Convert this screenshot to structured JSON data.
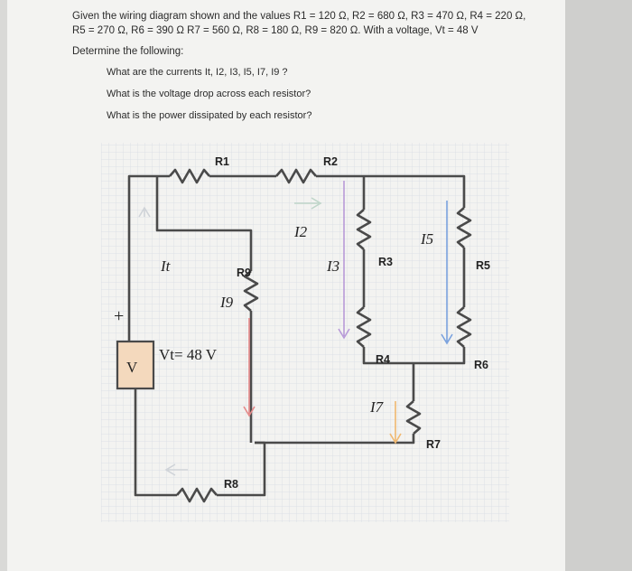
{
  "problem": {
    "line1": "Given the wiring diagram shown and the values R1 = 120 Ω, R2 = 680 Ω, R3 = 470 Ω, R4 = 220 Ω,",
    "line2": "R5 = 270 Ω, R6 = 390 Ω R7 = 560 Ω, R8 = 180 Ω, R9 = 820 Ω. With a voltage, Vt = 48 V",
    "determine": "Determine the following:",
    "questions": [
      "What are the currents It, I2, I3, I5, I7, I9 ?",
      "What is the voltage drop across each resistor?",
      "What is the power dissipated by each resistor?"
    ]
  },
  "diagram": {
    "resistors": {
      "r1": "R1",
      "r2": "R2",
      "r3": "R3",
      "r4": "R4",
      "r5": "R5",
      "r6": "R6",
      "r7": "R7",
      "r8": "R8",
      "r9": "R9"
    },
    "currents": {
      "it": "It",
      "i2": "I2",
      "i3": "I3",
      "i5": "I5",
      "i7": "I7",
      "i9": "I9"
    },
    "source": {
      "symbol": "V",
      "label": "Vt= 48 V",
      "plus": "+"
    },
    "colors": {
      "wire": "#4a4a4a",
      "grid": "#d8dbe2",
      "source_fill": "#f4d9bd",
      "arrow_red": "#e58a8a",
      "arrow_blue": "#7aa2de",
      "arrow_violet": "#b89ad8",
      "arrow_orange": "#f0b870"
    }
  }
}
